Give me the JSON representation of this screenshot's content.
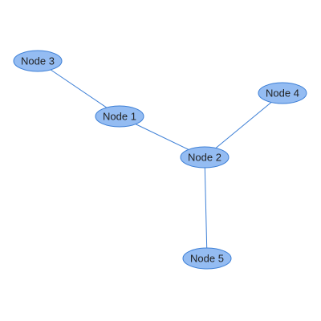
{
  "nodes": [
    {
      "id": "n1",
      "label": "Node 1"
    },
    {
      "id": "n2",
      "label": "Node 2"
    },
    {
      "id": "n3",
      "label": "Node 3"
    },
    {
      "id": "n4",
      "label": "Node 4"
    },
    {
      "id": "n5",
      "label": "Node 5"
    }
  ],
  "edges": [
    {
      "from": "n3",
      "to": "n1"
    },
    {
      "from": "n1",
      "to": "n2"
    },
    {
      "from": "n4",
      "to": "n2"
    },
    {
      "from": "n2",
      "to": "n5"
    }
  ],
  "colors": {
    "node_fill": "#94bcf2",
    "node_stroke": "#3d7fd6",
    "edge": "#3d7fd6",
    "label": "#222222"
  }
}
